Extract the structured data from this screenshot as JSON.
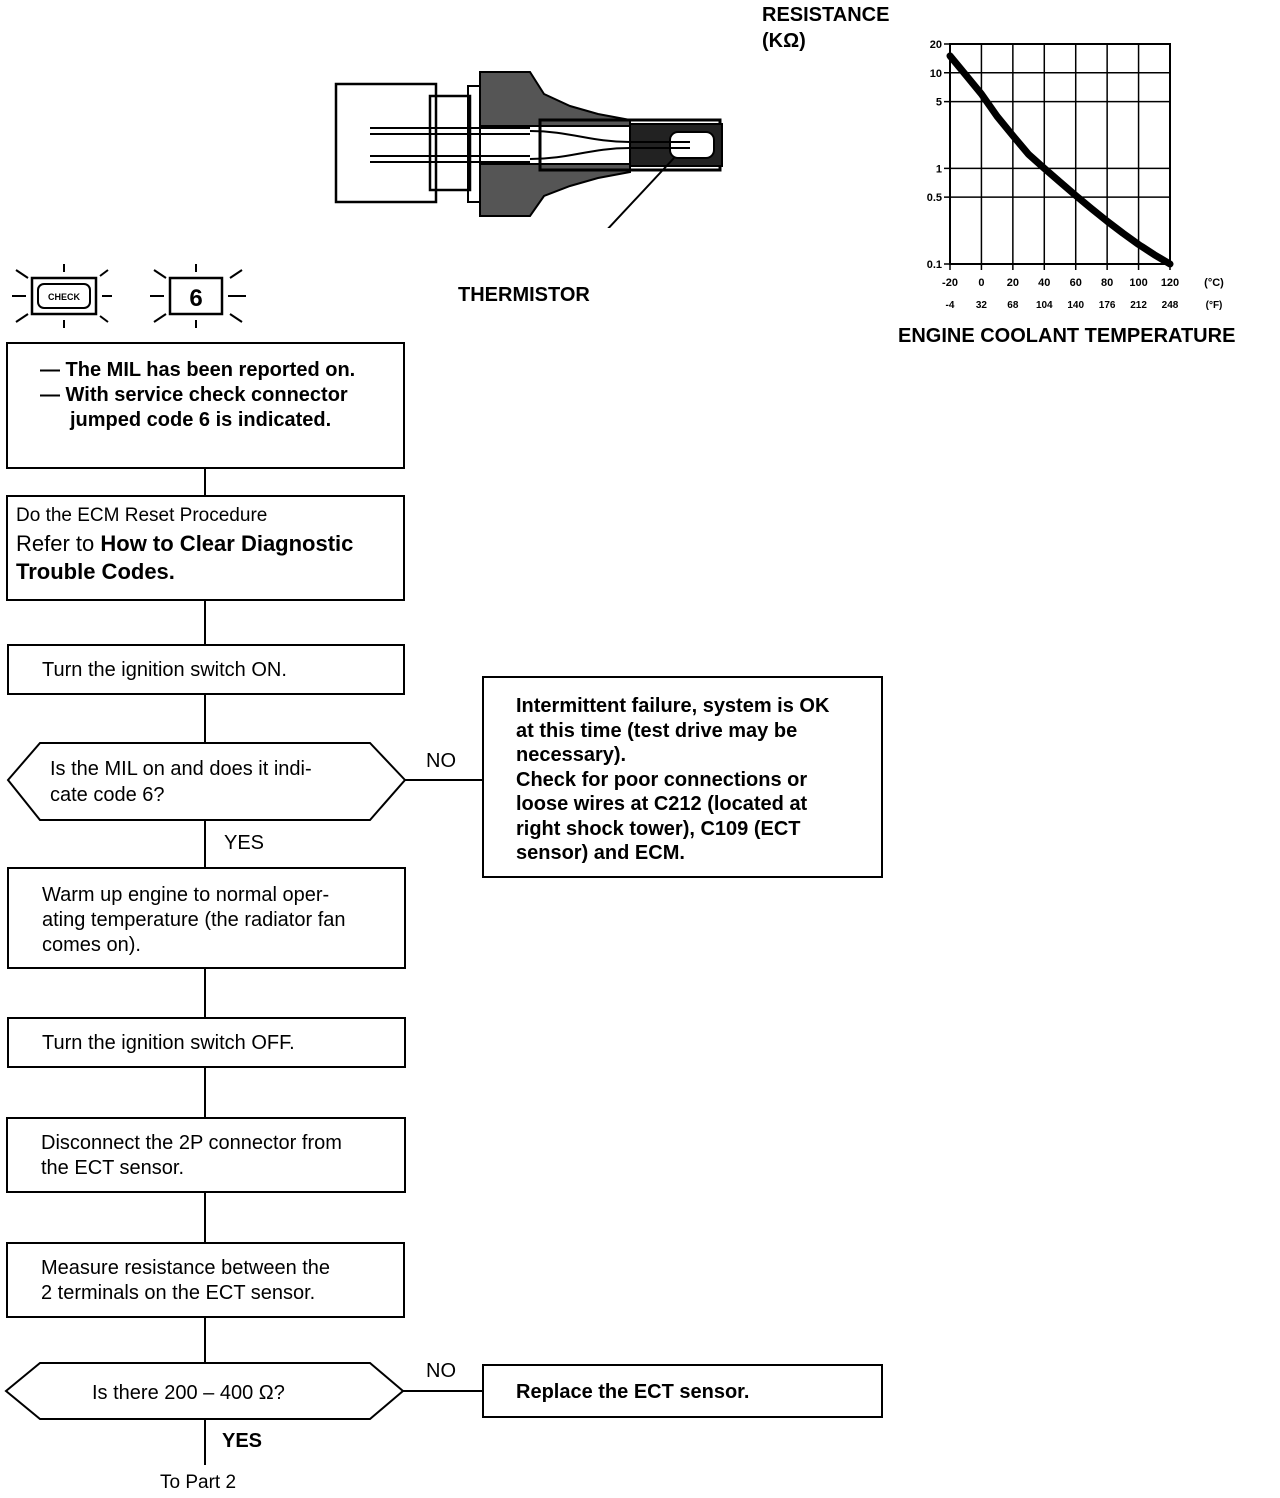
{
  "sensor": {
    "thermistor_label": "THERMISTOR"
  },
  "indicators": {
    "mil_icon_text": "CHECK",
    "code": "6"
  },
  "chart_data": {
    "type": "line",
    "ylabel": [
      "RESISTANCE",
      "(KΩ)"
    ],
    "xlabel": "ENGINE COOLANT TEMPERATURE",
    "yscale": "log",
    "ylim": [
      0.1,
      20
    ],
    "xlim": [
      -20,
      120
    ],
    "yticks": [
      20,
      10,
      5,
      1,
      0.5,
      0.1
    ],
    "ytick_labels": [
      "20",
      "10",
      "5",
      "1",
      "0.5",
      "0.1"
    ],
    "xticks_c": [
      -20,
      0,
      20,
      40,
      60,
      80,
      100,
      120
    ],
    "xtick_labels_c": [
      "-20",
      "0",
      "20",
      "40",
      "60",
      "80",
      "100",
      "120"
    ],
    "xtick_labels_f": [
      "-4",
      "32",
      "68",
      "104",
      "140",
      "176",
      "212",
      "248"
    ],
    "unit_c": "(°C)",
    "unit_f": "(°F)",
    "grid": true,
    "series": [
      {
        "x": [
          -20,
          -10,
          0,
          10,
          20,
          30,
          40,
          50,
          60,
          70,
          80,
          90,
          100,
          110,
          120
        ],
        "y": [
          15,
          9.5,
          6,
          3.5,
          2.2,
          1.4,
          1,
          0.72,
          0.52,
          0.38,
          0.28,
          0.21,
          0.16,
          0.125,
          0.1
        ]
      }
    ]
  },
  "flow": {
    "start": [
      "— The MIL has been reported on.",
      "— With service check connector",
      "jumped code 6 is indicated."
    ],
    "reset": {
      "line1": "Do the ECM Reset Procedure",
      "line2a": "Refer to ",
      "line2b": "How to Clear Diagnostic",
      "line3": "Trouble Codes."
    },
    "ignition_on": "Turn the ignition switch ON.",
    "q1": [
      "Is the MIL on and does it indi-",
      "cate code 6?"
    ],
    "q1_yes": "YES",
    "q1_no": "NO",
    "intermittent": [
      "Intermittent failure, system is OK",
      "at this time (test drive may be",
      "necessary).",
      "Check for poor connections or",
      "loose wires at C212 (located at",
      "right shock tower), C109 (ECT",
      "sensor) and ECM."
    ],
    "warm": [
      "Warm up engine to normal oper-",
      "ating temperature (the radiator fan",
      "comes on)."
    ],
    "ignition_off": "Turn the ignition switch OFF.",
    "disconnect": [
      "Disconnect the 2P connector from",
      "the ECT sensor."
    ],
    "measure": [
      "Measure resistance between the",
      "2 terminals on the ECT sensor."
    ],
    "q2": "Is there 200 – 400 Ω?",
    "q2_no": "NO",
    "q2_yes": "YES",
    "replace": "Replace the ECT sensor.",
    "to_part": "To Part 2"
  }
}
